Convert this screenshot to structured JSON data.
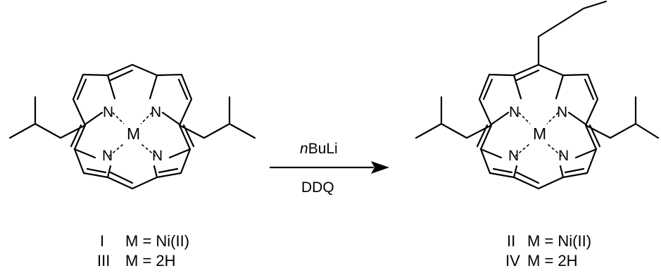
{
  "scheme": {
    "reactant": {
      "atom_labels": {
        "n1": "N",
        "n2": "N",
        "n3": "N",
        "n4": "N",
        "metal": "M"
      },
      "caption": [
        {
          "id": "I",
          "formula": "M = Ni(II)"
        },
        {
          "id": "III",
          "formula": "M = 2H"
        }
      ]
    },
    "arrow": {
      "reagent_prefix": "n",
      "reagent_rest": "BuLi",
      "oxidant": "DDQ"
    },
    "product": {
      "atom_labels": {
        "n1": "N",
        "n2": "N",
        "n3": "N",
        "n4": "N",
        "metal": "M"
      },
      "caption": [
        {
          "id": "II",
          "formula": "M = Ni(II)"
        },
        {
          "id": "IV",
          "formula": "M = 2H"
        }
      ]
    }
  }
}
